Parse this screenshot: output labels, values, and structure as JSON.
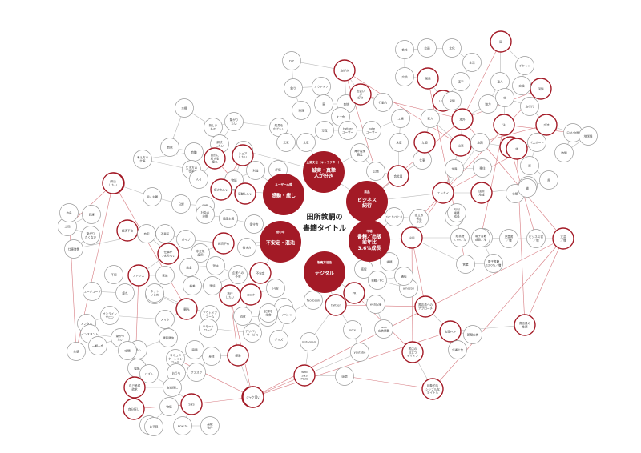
{
  "center": {
    "line1": "田所敦嗣の",
    "line2": "書籍タイトル"
  },
  "hubs": [
    {
      "id": "h_emo",
      "tag": "ユーザー心理",
      "label": "感動・癒し"
    },
    {
      "id": "h_sin",
      "tag": "企業文化（キャラクター）",
      "label": "誠実・真摯\n人が好き"
    },
    {
      "id": "h_biz",
      "tag": "商品",
      "label": "ビジネス\n紀行"
    },
    {
      "id": "h_pub",
      "tag": "市場",
      "label": "書籍／出版\n前年比\n3.6%成長"
    },
    {
      "id": "h_dig",
      "tag": "販売方法論",
      "label": "デジタル"
    },
    {
      "id": "h_anx",
      "tag": "世の中",
      "label": "不安定・混沌"
    }
  ],
  "nodes": [
    {
      "id": "diy",
      "label": "DIY",
      "red": false
    },
    {
      "id": "tsuri",
      "label": "釣り",
      "red": false
    },
    {
      "id": "outdoor",
      "label": "アウトドア",
      "red": false
    },
    {
      "id": "ryouri",
      "label": "料理",
      "red": false
    },
    {
      "id": "ie",
      "label": "家",
      "red": false
    },
    {
      "id": "jisho",
      "label": "自信",
      "red": false
    },
    {
      "id": "tabisuki",
      "label": "旅好き",
      "red": true
    },
    {
      "id": "deai",
      "label": "出会い\nが\n好き",
      "red": true
    },
    {
      "id": "office",
      "label": "オフ会",
      "red": false
    },
    {
      "id": "koudoryoku",
      "label": "行動力",
      "red": false
    },
    {
      "id": "shashin",
      "label": "写真",
      "red": false
    },
    {
      "id": "twuser",
      "label": "twitter\nユーザー",
      "red": false
    },
    {
      "id": "noteuser",
      "label": "note\nユーザー",
      "red": false
    },
    {
      "id": "bunsho",
      "label": "文章",
      "red": false
    },
    {
      "id": "kaigaishokuba",
      "label": "海外複業\n職業",
      "red": false
    },
    {
      "id": "koujou",
      "label": "工場",
      "red": false
    },
    {
      "id": "suisan",
      "label": "水産",
      "red": false
    },
    {
      "id": "koukai",
      "label": "公開",
      "red": false
    },
    {
      "id": "kaishain",
      "label": "会社員",
      "red": true
    },
    {
      "id": "shigoto",
      "label": "仕事",
      "red": false
    },
    {
      "id": "nenzu",
      "label": "年頭",
      "red": true
    },
    {
      "id": "kaisha",
      "label": "会社",
      "red": false
    },
    {
      "id": "shusshin",
      "label": "出張",
      "red": true
    },
    {
      "id": "essay",
      "label": "エッセイ",
      "red": true
    },
    {
      "id": "sekai",
      "label": "世界",
      "red": false
    },
    {
      "id": "sekaishi",
      "label": "国際\n地域",
      "red": true
    },
    {
      "id": "ijuu",
      "label": "移住",
      "red": false
    },
    {
      "id": "kaigai",
      "label": "海外",
      "red": true
    },
    {
      "id": "koukan",
      "label": "交換",
      "red": false
    },
    {
      "id": "koutsuu",
      "label": "交通",
      "red": false
    },
    {
      "id": "kankei",
      "label": "関係",
      "red": true
    },
    {
      "id": "ii",
      "label": "いい話",
      "red": true
    },
    {
      "id": "kanji",
      "label": "漢字",
      "red": false
    },
    {
      "id": "seikatsu",
      "label": "生活",
      "red": false
    },
    {
      "id": "bunka",
      "label": "文化",
      "red": false
    },
    {
      "id": "kazoku",
      "label": "家人",
      "red": false
    },
    {
      "id": "miryoku",
      "label": "魅力",
      "red": false
    },
    {
      "id": "tasshin",
      "label": "達人",
      "red": false
    },
    {
      "id": "taiken",
      "label": "体験",
      "red": false
    },
    {
      "id": "kochou",
      "label": "鼓腸",
      "red": false
    },
    {
      "id": "hou",
      "label": "法",
      "red": true
    },
    {
      "id": "kuni",
      "label": "国",
      "red": true
    },
    {
      "id": "kokusai",
      "label": "国際",
      "red": true
    },
    {
      "id": "koryu",
      "label": "交流",
      "red": true
    },
    {
      "id": "ticket",
      "label": "チケット",
      "red": false
    },
    {
      "id": "koukansei",
      "label": "交換",
      "red": false
    },
    {
      "id": "ryokou",
      "label": "旅行代",
      "red": false
    },
    {
      "id": "kokusaiv",
      "label": "国際",
      "red": true
    },
    {
      "id": "tabi",
      "label": "旅",
      "red": true
    },
    {
      "id": "sora",
      "label": "空",
      "red": false
    },
    {
      "id": "shiraberu",
      "label": "日付/空間",
      "red": false
    },
    {
      "id": "jikan",
      "label": "時間",
      "red": false
    },
    {
      "id": "passport",
      "label": "パスポート",
      "red": false
    },
    {
      "id": "chikyuu",
      "label": "地球儀",
      "red": false
    },
    {
      "id": "machi",
      "label": "町",
      "red": false
    },
    {
      "id": "kaze",
      "label": "風",
      "red": false
    },
    {
      "id": "michi",
      "label": "道",
      "red": false
    },
    {
      "id": "chizu",
      "label": "地図",
      "red": false
    },
    {
      "id": "kenbun",
      "label": "見聞",
      "red": false
    },
    {
      "id": "honda",
      "label": "本棚",
      "red": false
    },
    {
      "id": "atarashii",
      "label": "新しい\nもの",
      "red": false
    },
    {
      "id": "shizen",
      "label": "自然",
      "red": false
    },
    {
      "id": "jidou",
      "label": "自動",
      "red": false
    },
    {
      "id": "sutego",
      "label": "考え方の\n仕事",
      "red": false
    },
    {
      "id": "ikikata",
      "label": "生き方の\n仕事",
      "red": false
    },
    {
      "id": "hitobito",
      "label": "人々",
      "red": false
    },
    {
      "id": "kasou",
      "label": "解決\nしたい",
      "red": false
    },
    {
      "id": "tsunagari",
      "label": "繋がり\nたい",
      "red": false
    },
    {
      "id": "chishiki",
      "label": "知見を\n広げたい",
      "red": false
    },
    {
      "id": "saikou",
      "label": "最高",
      "red": false
    },
    {
      "id": "gennou",
      "label": "元気",
      "red": false
    },
    {
      "id": "mokuteki",
      "label": "目的に\n対する\n憧れ",
      "red": true
    },
    {
      "id": "share",
      "label": "シェア\nしたい",
      "red": true
    },
    {
      "id": "monogatari",
      "label": "物語",
      "red": false
    },
    {
      "id": "rieki",
      "label": "利益",
      "red": false
    },
    {
      "id": "hyouka",
      "label": "評価",
      "red": false
    },
    {
      "id": "hisetsu",
      "label": "非接触\nしたい",
      "red": true
    },
    {
      "id": "kandoushitai",
      "label": "感動したい",
      "red": true
    },
    {
      "id": "iyasaretai",
      "label": "癒されたい",
      "red": true
    },
    {
      "id": "kojin",
      "label": "個人主義",
      "red": false
    },
    {
      "id": "nikka",
      "label": "日課",
      "red": false
    },
    {
      "id": "katei",
      "label": "家庭",
      "red": false
    },
    {
      "id": "shakai",
      "label": "社会の\n分断",
      "red": false
    },
    {
      "id": "kenkou",
      "label": "健康主義",
      "red": false
    },
    {
      "id": "fuan",
      "label": "不景気",
      "red": false
    },
    {
      "id": "hoshu",
      "label": "保守的",
      "red": false
    },
    {
      "id": "kaiseki",
      "label": "経済不安",
      "red": true
    },
    {
      "id": "konton",
      "label": "混沌",
      "red": false
    },
    {
      "id": "shukin",
      "label": "出金",
      "red": false
    },
    {
      "id": "kouteki",
      "label": "非正規\n雇用",
      "red": false
    },
    {
      "id": "kanka",
      "label": "環境",
      "red": false
    },
    {
      "id": "paipu",
      "label": "パイプ",
      "red": false
    },
    {
      "id": "fuanteitai",
      "label": "不安定",
      "red": true
    },
    {
      "id": "hatarakikata",
      "label": "働き方",
      "red": false
    },
    {
      "id": "kigyou",
      "label": "企業への\n不安",
      "red": false
    },
    {
      "id": "endaka",
      "label": "円安",
      "red": false
    },
    {
      "id": "sakou",
      "label": "格差",
      "red": false
    },
    {
      "id": "ryoko",
      "label": "旅行\nしたい",
      "red": true
    },
    {
      "id": "corona",
      "label": "コロナ",
      "red": true
    },
    {
      "id": "shouhi",
      "label": "消費",
      "red": false
    },
    {
      "id": "tenshoku",
      "label": "転職",
      "red": false
    },
    {
      "id": "kyuushoku",
      "label": "休職",
      "red": false
    },
    {
      "id": "stress",
      "label": "ストレス",
      "red": true
    },
    {
      "id": "fumin",
      "label": "不眠",
      "red": false
    },
    {
      "id": "shigotogaiyada",
      "label": "仕事が\nつまらない",
      "red": true
    },
    {
      "id": "keizai",
      "label": "経済不安",
      "red": true
    },
    {
      "id": "kaizoku",
      "label": "家族",
      "red": false
    },
    {
      "id": "kanja",
      "label": "疲れ",
      "red": false
    },
    {
      "id": "youtube",
      "label": "ユーチューブ",
      "red": false
    },
    {
      "id": "kakudai",
      "label": "拡大",
      "red": false
    },
    {
      "id": "jitaku",
      "label": "自宅",
      "red": false
    },
    {
      "id": "shigotoishi",
      "label": "仕事時間",
      "red": false
    },
    {
      "id": "tsunagaritai2",
      "label": "繋がり\nたくない",
      "red": false
    },
    {
      "id": "jouhou",
      "label": "上司",
      "red": false
    },
    {
      "id": "ninen",
      "label": "日課",
      "red": false
    },
    {
      "id": "shinjou",
      "label": "自身",
      "red": false
    },
    {
      "id": "online",
      "label": "オンライン\nサロン",
      "red": false
    },
    {
      "id": "mentor",
      "label": "メンタル",
      "red": false
    },
    {
      "id": "net",
      "label": "ネット\nいじめ",
      "red": false
    },
    {
      "id": "outdoorfam",
      "label": "アウトドア\nブーム",
      "red": false
    },
    {
      "id": "remote",
      "label": "リモート\nワーク",
      "red": false
    },
    {
      "id": "delivery",
      "label": "デリバリー\nサービス",
      "red": false
    },
    {
      "id": "kanko",
      "label": "観光",
      "red": true
    },
    {
      "id": "kaigiyo",
      "label": "記録な\n生食",
      "red": false
    },
    {
      "id": "smartphone",
      "label": "スマホ",
      "red": false
    },
    {
      "id": "insta",
      "label": "インスタント",
      "red": false
    },
    {
      "id": "tsunagaru",
      "label": "繋がり\nたい",
      "red": false
    },
    {
      "id": "ittai",
      "label": "一期一会",
      "red": false
    },
    {
      "id": "kanshin",
      "label": "関心",
      "red": false
    },
    {
      "id": "jouhoukoukan",
      "label": "情報発信",
      "red": false
    },
    {
      "id": "kyoukan",
      "label": "共感",
      "red": false
    },
    {
      "id": "kuukan",
      "label": "空間",
      "red": false
    },
    {
      "id": "syukudai",
      "label": "宿題",
      "red": false
    },
    {
      "id": "kuchikomi",
      "label": "コミュニ\nケーション\nツール",
      "red": false
    },
    {
      "id": "kabegami",
      "label": "壁紙",
      "red": false
    },
    {
      "id": "ietomo",
      "label": "おうち",
      "red": false
    },
    {
      "id": "puzzle",
      "label": "パズル",
      "red": false
    },
    {
      "id": "kijitsu",
      "label": "友達探し",
      "red": false
    },
    {
      "id": "sns",
      "label": "SNS",
      "red": true
    },
    {
      "id": "bukka",
      "label": "物価",
      "red": false
    },
    {
      "id": "howto",
      "label": "How to",
      "red": false
    },
    {
      "id": "hyouka2",
      "label": "高級\n物件",
      "red": false
    },
    {
      "id": "kenkyu",
      "label": "研究",
      "red": false
    },
    {
      "id": "ichiban",
      "label": "自己承認\n欲求",
      "red": true
    },
    {
      "id": "jibunsagashi",
      "label": "自分探し",
      "red": true
    },
    {
      "id": "gasshuku",
      "label": "お手軽",
      "red": false
    },
    {
      "id": "kansen",
      "label": "感染",
      "red": true
    },
    {
      "id": "fuyakei",
      "label": "ファン獲",
      "red": true
    },
    {
      "id": "santaku",
      "label": "サブスク",
      "red": false
    },
    {
      "id": "shintai",
      "label": "身体",
      "red": false
    },
    {
      "id": "fb",
      "label": "facebook",
      "red": false
    },
    {
      "id": "event",
      "label": "イベント",
      "red": false
    },
    {
      "id": "twitter",
      "label": "twitter",
      "red": true
    },
    {
      "id": "pr",
      "label": "PR",
      "red": true
    },
    {
      "id": "webkiji",
      "label": "web記事",
      "red": false
    },
    {
      "id": "goods",
      "label": "グッズ",
      "red": false
    },
    {
      "id": "instagram",
      "label": "instagram",
      "red": false
    },
    {
      "id": "note",
      "label": "note",
      "red": false
    },
    {
      "id": "webkoukoku",
      "label": "web\n広告掲載",
      "red": false
    },
    {
      "id": "youtube2",
      "label": "youtube",
      "red": false
    },
    {
      "id": "websns",
      "label": "web\nSNS\nPLUS",
      "red": true
    },
    {
      "id": "hansoku",
      "label": "販促",
      "red": false
    },
    {
      "id": "shoshi",
      "label": "書籍",
      "red": false
    },
    {
      "id": "ebook",
      "label": "書籍／EC",
      "red": false
    },
    {
      "id": "amazon",
      "label": "amazon",
      "red": false
    },
    {
      "id": "tsuuhan",
      "label": "通販",
      "red": false
    },
    {
      "id": "hitorihito",
      "label": "ひとりひとり",
      "red": false
    },
    {
      "id": "dokuritsu",
      "label": "独立系\n書店\n小売",
      "red": false
    },
    {
      "id": "shuppan",
      "label": "出版",
      "red": true
    },
    {
      "id": "kenshou",
      "label": "紙書籍\n2.7%／年",
      "red": false
    },
    {
      "id": "densho",
      "label": "電子書籍\n／成長",
      "red": false
    },
    {
      "id": "gekkan",
      "label": "月刊\n書籍\n成長",
      "red": false
    },
    {
      "id": "jidousho",
      "label": "児童書\n／増",
      "red": false
    },
    {
      "id": "kyouikusho",
      "label": "学習参考書\n／増",
      "red": false
    },
    {
      "id": "businesssho",
      "label": "ビジネス書\n／増",
      "red": false
    },
    {
      "id": "bungeisho",
      "label": "文芸\n／増",
      "red": true
    },
    {
      "id": "densho2",
      "label": "電子書籍\n成長／増",
      "red": false
    },
    {
      "id": "denshob",
      "label": "電子書籍\n12.0%／増",
      "red": false
    },
    {
      "id": "mokuteki2",
      "label": "書店員への\nアプローチ",
      "red": true
    },
    {
      "id": "tenpo",
      "label": "店頭POP",
      "red": true
    },
    {
      "id": "shinbun",
      "label": "新聞広告",
      "red": false
    },
    {
      "id": "koutsuukoukoku",
      "label": "交通広告",
      "red": false
    },
    {
      "id": "design",
      "label": "書店の\n目立つ\nデザイン",
      "red": true
    },
    {
      "id": "inshou",
      "label": "印象的な\nシンプルな\nタイトル",
      "red": true
    },
    {
      "id": "shokubai",
      "label": "書店員の\n推薦",
      "red": true
    },
    {
      "id": "eigyo",
      "label": "営業",
      "red": false
    },
    {
      "id": "kaiketsu",
      "label": "解決\nしたい",
      "red": true
    },
    {
      "id": "hitobito2",
      "label": "ジャケ買い",
      "red": true
    },
    {
      "id": "kansou",
      "label": "感想",
      "red": false
    }
  ]
}
